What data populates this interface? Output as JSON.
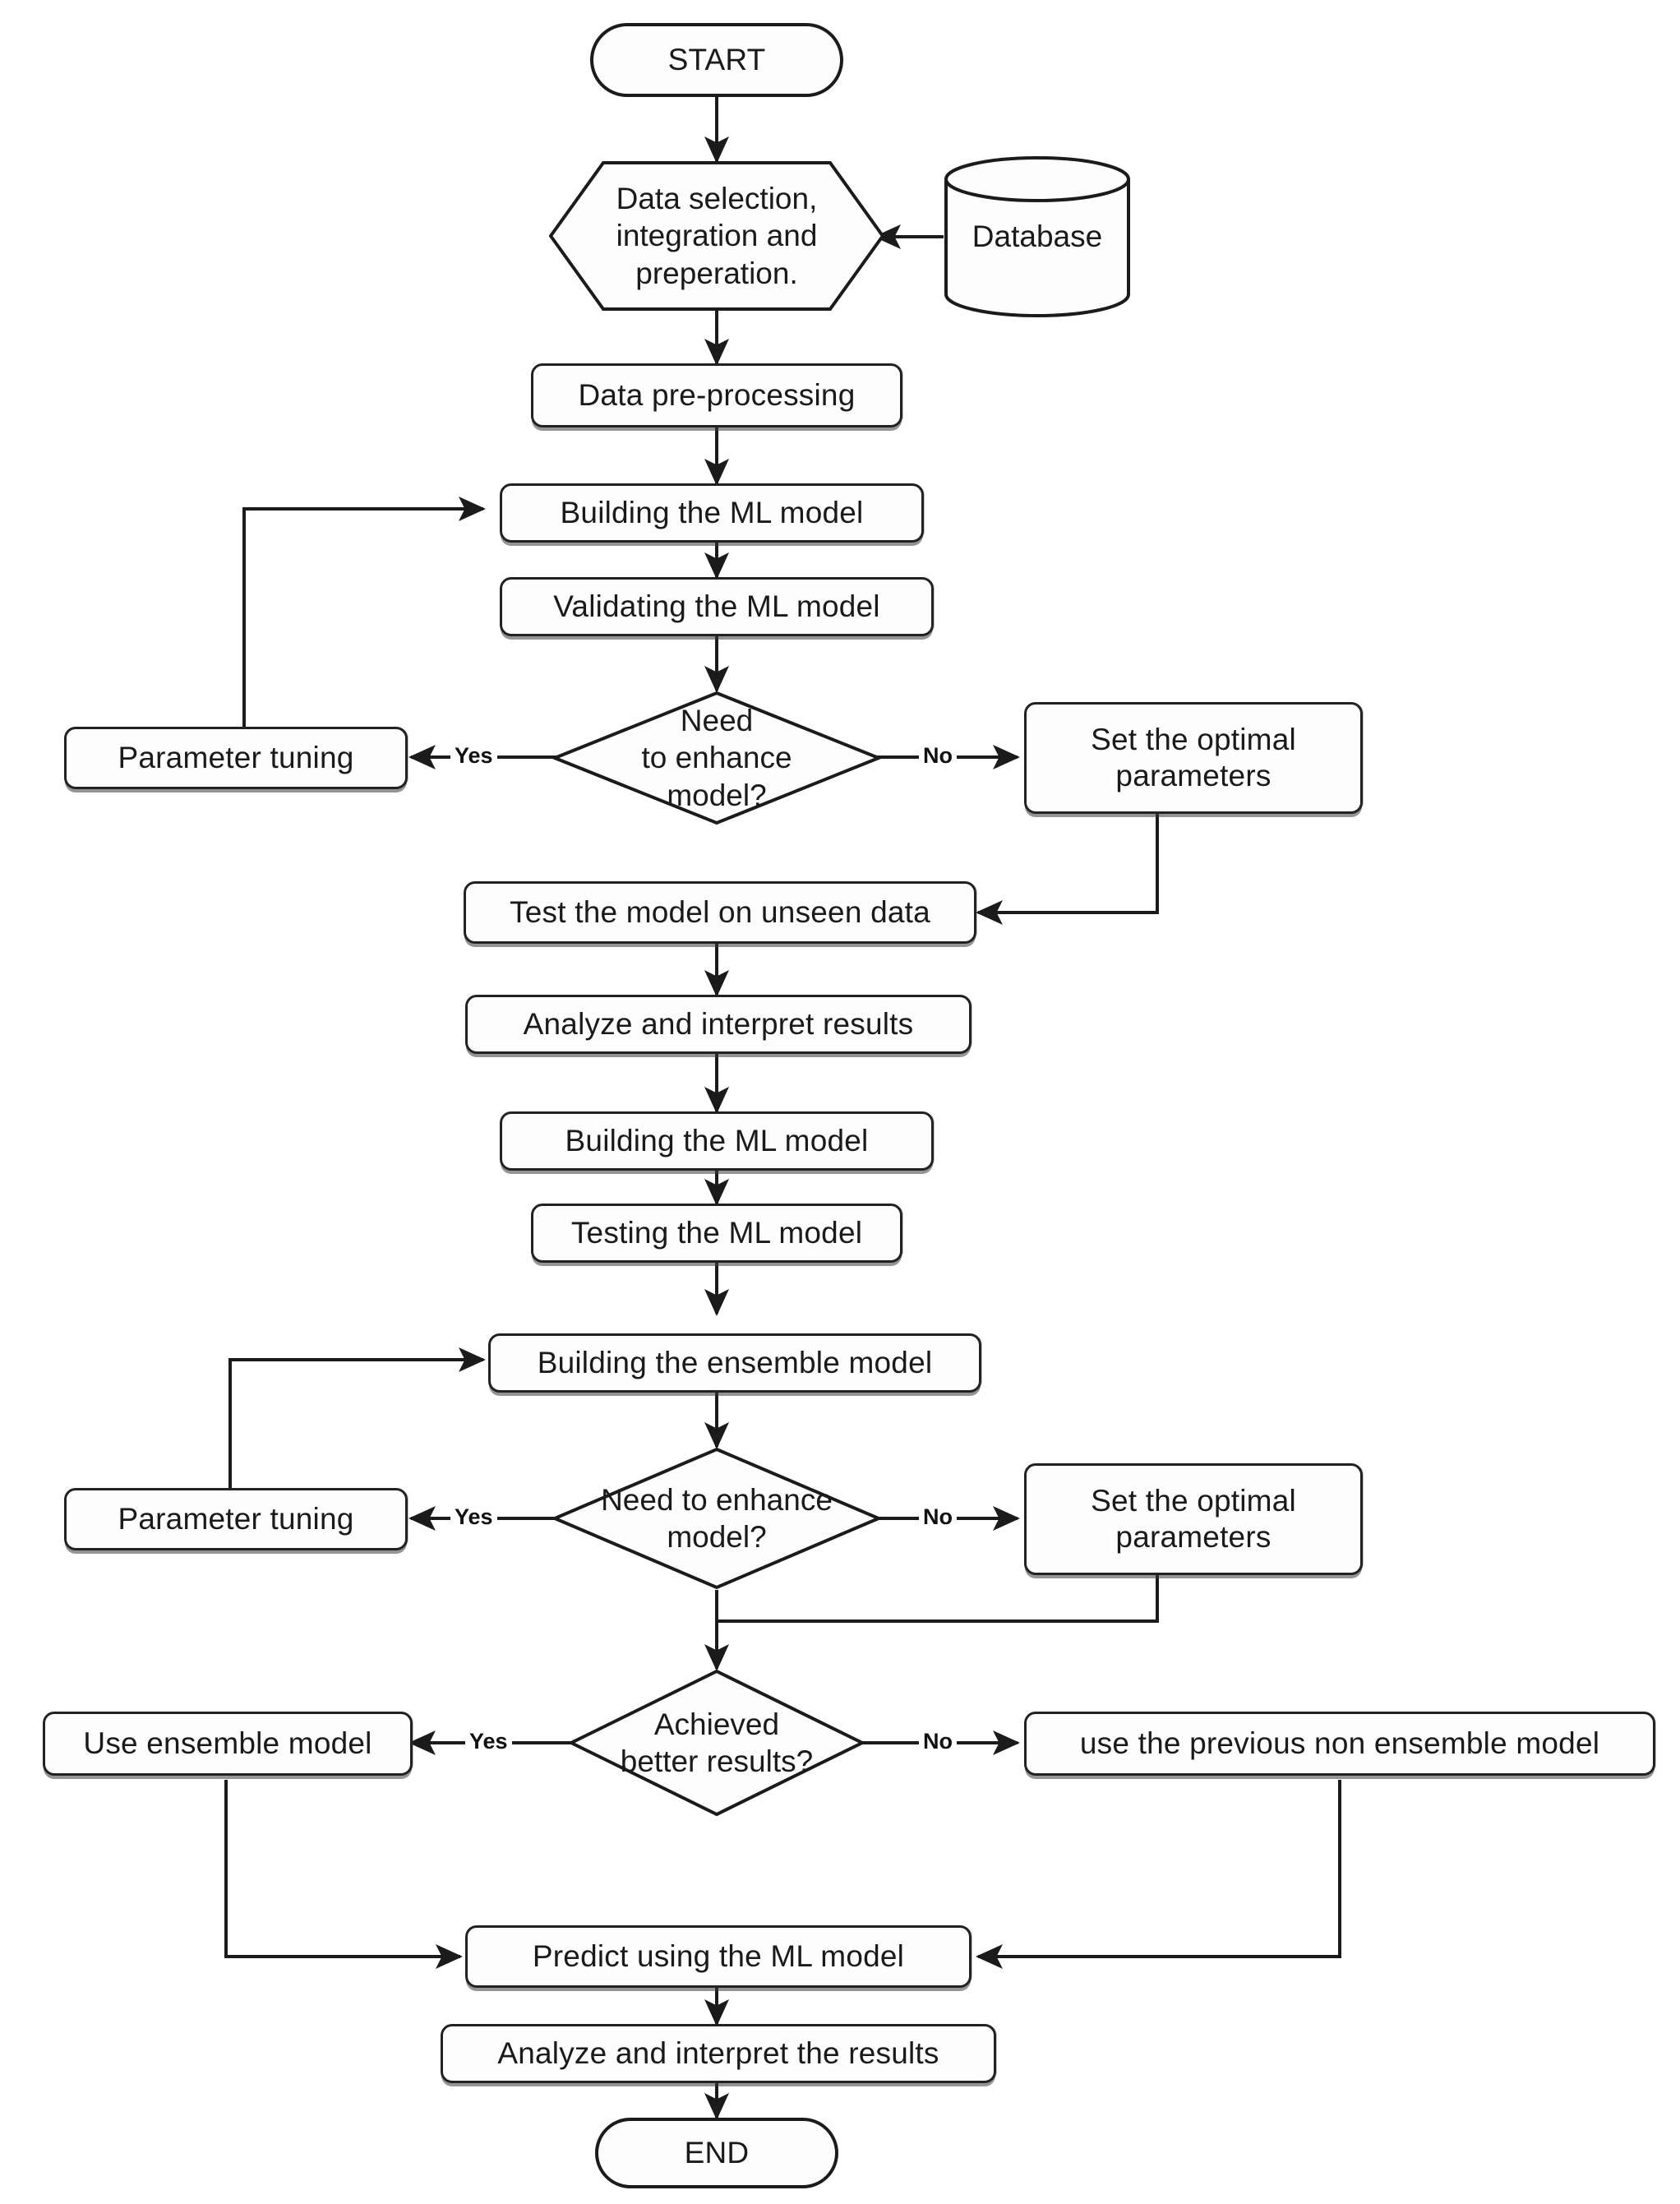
{
  "diagram": {
    "title": "Machine Learning Workflow Flowchart",
    "colors": {
      "stroke": "#222222",
      "fill": "#fdfdfd",
      "text": "#1a1a1a",
      "background": "#ffffff"
    },
    "nodes": {
      "start": {
        "label": "START",
        "shape": "terminator"
      },
      "data_selection": {
        "label": "Data selection,\nintegration and\npreperation.",
        "shape": "hexagon"
      },
      "database": {
        "label": "Database",
        "shape": "cylinder"
      },
      "data_preprocessing": {
        "label": "Data pre-processing",
        "shape": "process"
      },
      "building_ml_model_1": {
        "label": "Building the ML model",
        "shape": "process"
      },
      "validating_ml_model": {
        "label": "Validating the ML model",
        "shape": "process"
      },
      "need_enhance_1": {
        "label": "Need\nto enhance\nmodel?",
        "shape": "decision"
      },
      "parameter_tuning_1": {
        "label": "Parameter tuning",
        "shape": "process"
      },
      "set_optimal_parameters_1": {
        "label": "Set the optimal\nparameters",
        "shape": "process"
      },
      "test_model_unseen": {
        "label": "Test the model on unseen data",
        "shape": "process"
      },
      "analyze_interpret_results": {
        "label": "Analyze and interpret results",
        "shape": "process"
      },
      "building_ml_model_2": {
        "label": "Building the ML model",
        "shape": "process"
      },
      "testing_ml_model": {
        "label": "Testing the ML model",
        "shape": "process"
      },
      "building_ensemble_model": {
        "label": "Building the ensemble model",
        "shape": "process"
      },
      "need_enhance_2": {
        "label": "Need to enhance\nmodel?",
        "shape": "decision"
      },
      "parameter_tuning_2": {
        "label": "Parameter tuning",
        "shape": "process"
      },
      "set_optimal_parameters_2": {
        "label": "Set the optimal\nparameters",
        "shape": "process"
      },
      "achieved_better_results": {
        "label": "Achieved\nbetter results?",
        "shape": "decision"
      },
      "use_ensemble_model": {
        "label": "Use ensemble model",
        "shape": "process"
      },
      "use_previous_non_ensemble": {
        "label": "use the previous non ensemble model",
        "shape": "process"
      },
      "predict_using_ml_model": {
        "label": "Predict using the ML model",
        "shape": "process"
      },
      "analyze_interpret_the_results": {
        "label": "Analyze and interpret the results",
        "shape": "process"
      },
      "end": {
        "label": "END",
        "shape": "terminator"
      }
    },
    "edge_labels": {
      "yes_1": "Yes",
      "no_1": "No",
      "yes_2": "Yes",
      "no_2": "No",
      "yes_3": "Yes",
      "no_3": "No"
    }
  }
}
